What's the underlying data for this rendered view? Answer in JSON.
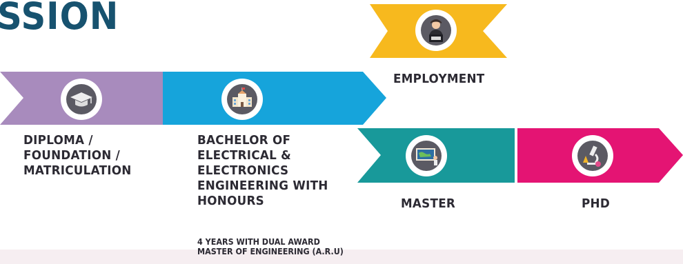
{
  "title": "SSION",
  "stages": {
    "diploma": {
      "label": [
        "DIPLOMA /",
        "FOUNDATION /",
        "MATRICULATION"
      ],
      "color": "#a88bbd",
      "icon": "graduation-cap-icon"
    },
    "bachelor": {
      "label": [
        "BACHELOR OF",
        "ELECTRICAL &",
        "ELECTRONICS",
        "ENGINEERING WITH",
        "HONOURS"
      ],
      "note": [
        "4 YEARS WITH DUAL AWARD",
        "MASTER OF ENGINEERING (A.R.U)"
      ],
      "color": "#16a4db",
      "icon": "school-building-icon"
    },
    "employment": {
      "label": "EMPLOYMENT",
      "color": "#f7b91e",
      "icon": "employee-at-desk-icon"
    },
    "master": {
      "label": "MASTER",
      "color": "#18999a",
      "icon": "presentation-board-icon"
    },
    "phd": {
      "label": "PHD",
      "color": "#e41473",
      "icon": "microscope-icon"
    }
  }
}
